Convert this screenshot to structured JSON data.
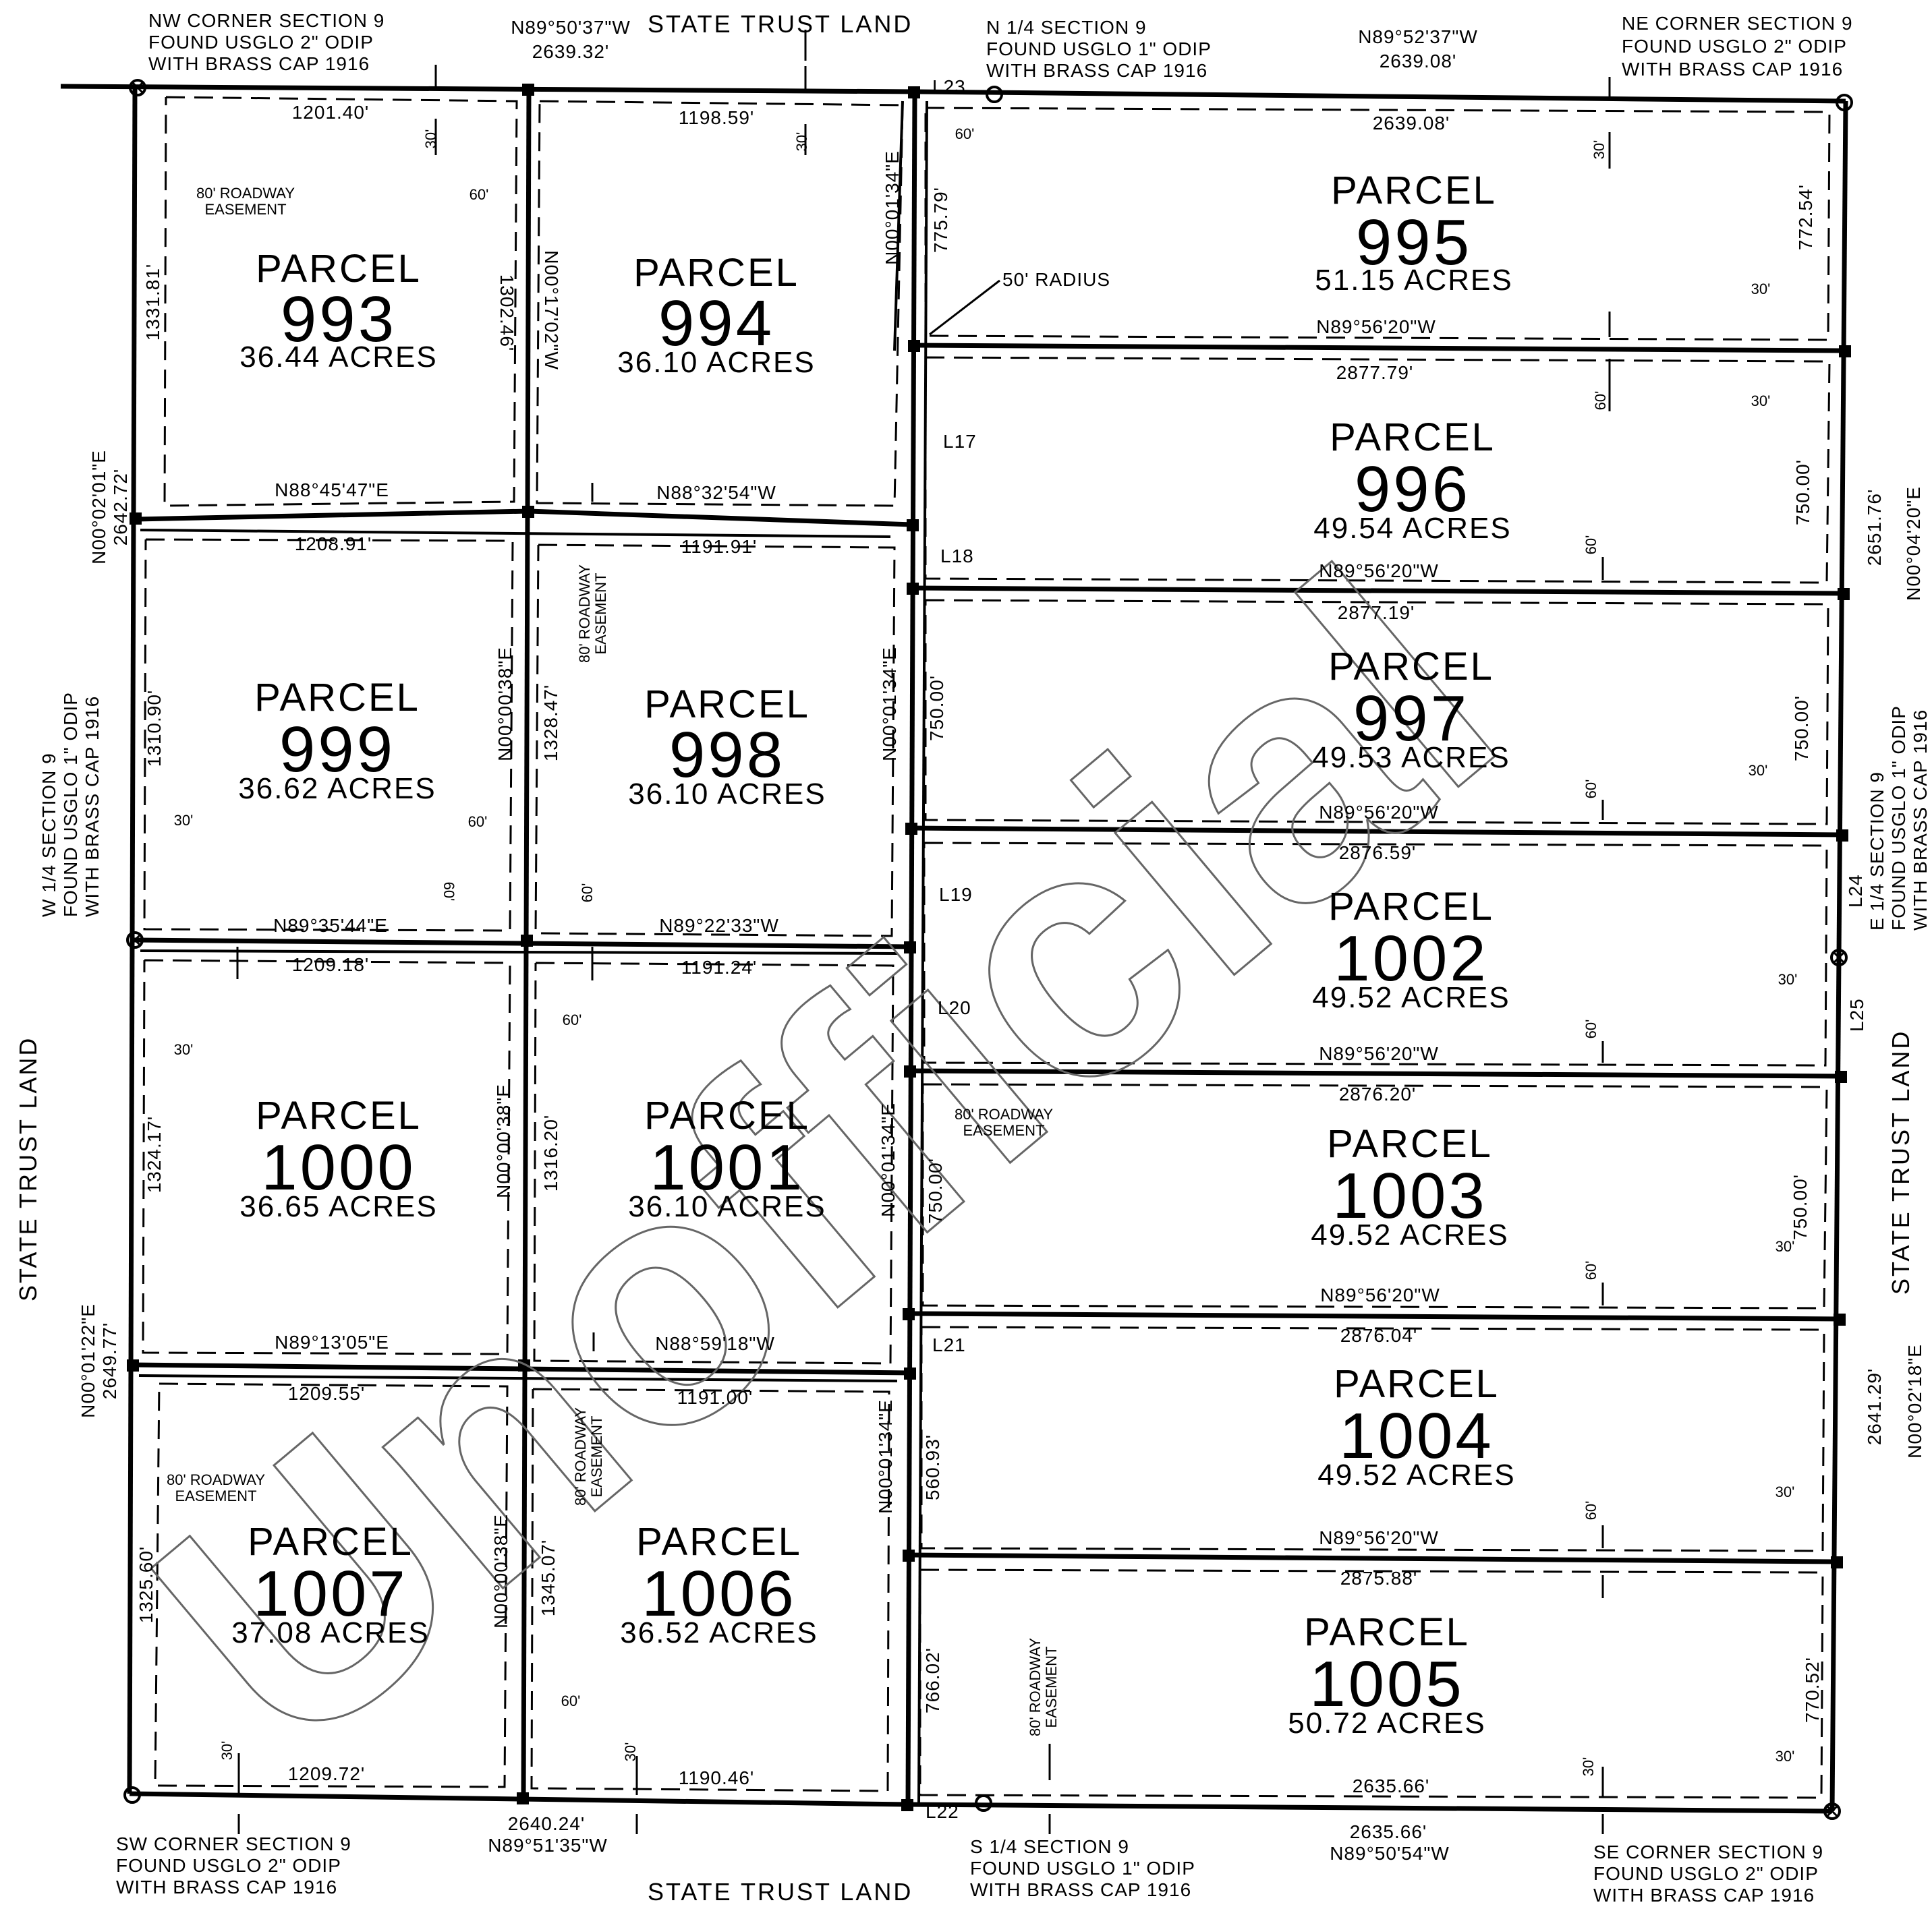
{
  "watermark": "Unofficial",
  "side_labels": {
    "top": "STATE TRUST LAND",
    "bottom": "STATE TRUST LAND",
    "left": "STATE TRUST LAND",
    "right": "STATE TRUST LAND"
  },
  "corners": {
    "nw": [
      "NW CORNER SECTION 9",
      "FOUND USGLO 2\" ODIP",
      "WITH BRASS CAP 1916"
    ],
    "n_quarter": [
      "N 1/4 SECTION 9",
      "FOUND USGLO 1\" ODIP",
      "WITH BRASS CAP 1916"
    ],
    "ne": [
      "NE CORNER SECTION 9",
      "FOUND USGLO 2\" ODIP",
      "WITH BRASS CAP 1916"
    ],
    "w_quarter": [
      "W 1/4  SECTION 9",
      "FOUND USGLO 1\" ODIP",
      "WITH BRASS CAP 1916"
    ],
    "e_quarter": [
      "E 1/4  SECTION 9",
      "FOUND USGLO 1\" ODIP",
      "WITH BRASS CAP 1916"
    ],
    "sw": [
      "SW CORNER SECTION 9",
      "FOUND USGLO 2\" ODIP",
      "WITH BRASS CAP 1916"
    ],
    "s_quarter": [
      "S 1/4 SECTION 9",
      "FOUND USGLO 1\" ODIP",
      "WITH BRASS CAP 1916"
    ],
    "se": [
      "SE CORNER SECTION 9",
      "FOUND USGLO 2\" ODIP",
      "WITH BRASS CAP 1916"
    ]
  },
  "parcels": [
    {
      "word": "PARCEL",
      "number": "993",
      "acres": "36.44 ACRES"
    },
    {
      "word": "PARCEL",
      "number": "994",
      "acres": "36.10 ACRES"
    },
    {
      "word": "PARCEL",
      "number": "995",
      "acres": "51.15 ACRES"
    },
    {
      "word": "PARCEL",
      "number": "996",
      "acres": "49.54 ACRES"
    },
    {
      "word": "PARCEL",
      "number": "997",
      "acres": "49.53 ACRES"
    },
    {
      "word": "PARCEL",
      "number": "998",
      "acres": "36.10 ACRES"
    },
    {
      "word": "PARCEL",
      "number": "999",
      "acres": "36.62 ACRES"
    },
    {
      "word": "PARCEL",
      "number": "1000",
      "acres": "36.65 ACRES"
    },
    {
      "word": "PARCEL",
      "number": "1001",
      "acres": "36.10 ACRES"
    },
    {
      "word": "PARCEL",
      "number": "1002",
      "acres": "49.52 ACRES"
    },
    {
      "word": "PARCEL",
      "number": "1003",
      "acres": "49.52 ACRES"
    },
    {
      "word": "PARCEL",
      "number": "1004",
      "acres": "49.52 ACRES"
    },
    {
      "word": "PARCEL",
      "number": "1005",
      "acres": "50.72 ACRES"
    },
    {
      "word": "PARCEL",
      "number": "1006",
      "acres": "36.52 ACRES"
    },
    {
      "word": "PARCEL",
      "number": "1007",
      "acres": "37.08 ACRES"
    }
  ],
  "bearings_h": [
    "N89°50'37\"W",
    "N89°52'37\"W",
    "N88°45'47\"E",
    "N88°32'54\"W",
    "N89°56'20\"W",
    "N89°56'20\"W",
    "N89°35'44\"E",
    "N89°22'33\"W",
    "N89°56'20\"W",
    "N89°56'20\"W",
    "N89°13'05\"E",
    "N88°59'18\"W",
    "N89°56'20\"W",
    "N89°56'20\"W",
    "N89°51'35\"W",
    "N89°50'54\"W"
  ],
  "distances_h": [
    "2639.32'",
    "2639.08'",
    "1201.40'",
    "1198.59'",
    "2639.08'",
    "1208.91'",
    "1191.91'",
    "2877.79'",
    "2877.19'",
    "2876.59'",
    "1209.18'",
    "1191.24'",
    "2876.20'",
    "2876.04'",
    "1209.55'",
    "1191.00'",
    "2875.88'",
    "1209.72'",
    "1190.46'",
    "2635.66'",
    "2640.24'",
    "2635.66'"
  ],
  "bearings_v": [
    "N00°17'02\"W",
    "N00°01'34\"E",
    "N00°02'01\"E",
    "N00°00'38\"E",
    "N00°01'34\"E",
    "N00°00'38\"E",
    "N00°01'34\"E",
    "N00°01'22\"E",
    "N00°00'38\"E",
    "N00°01'34\"E",
    "N00°04'20\"E",
    "N00°02'18\"E"
  ],
  "distances_v": [
    "1331.81'",
    "1302.46'",
    "775.79'",
    "772.54'",
    "2642.72'",
    "1310.90'",
    "1328.47'",
    "750.00'",
    "750.00'",
    "750.00'",
    "1324.17'",
    "1316.20'",
    "750.00'",
    "750.00'",
    "2649.77'",
    "1325.60'",
    "1345.07'",
    "560.93'",
    "766.02'",
    "770.52'",
    "2651.76'",
    "2641.29'"
  ],
  "widths": {
    "w30": "30'",
    "w60": "60'"
  },
  "roadway": {
    "line1": "80' ROADWAY",
    "line2": "EASEMENT"
  },
  "radius_note": "50' RADIUS",
  "line_labels": [
    "L17",
    "L18",
    "L19",
    "L20",
    "L21",
    "L22",
    "L23",
    "L24",
    "L25"
  ]
}
